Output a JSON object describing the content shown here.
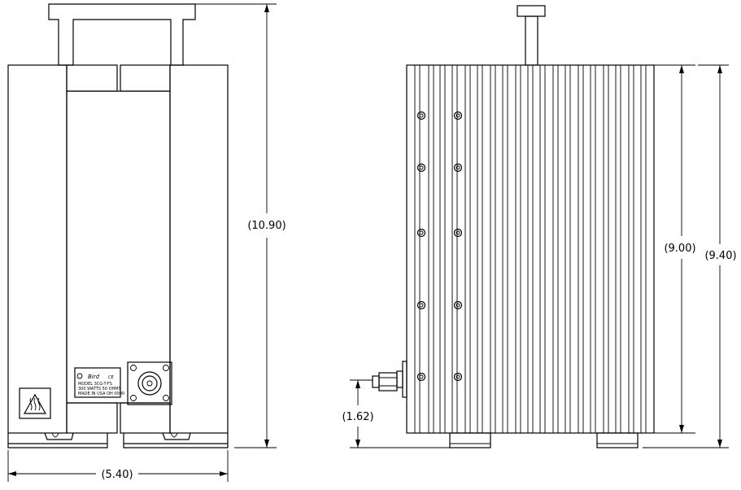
{
  "dimensions": {
    "overall_height": "(10.90)",
    "overall_width": "(5.40)",
    "body_height": "(9.00)",
    "total_height": "(9.40)",
    "connector_height": "(1.62)"
  },
  "nameplate": {
    "brand": "Bird",
    "mark": "CE",
    "line1": "MODEL 3CG-T-FS",
    "line2": "300 WATTS 50 OHMS",
    "line3": "MADE IN USA OH 0000"
  }
}
